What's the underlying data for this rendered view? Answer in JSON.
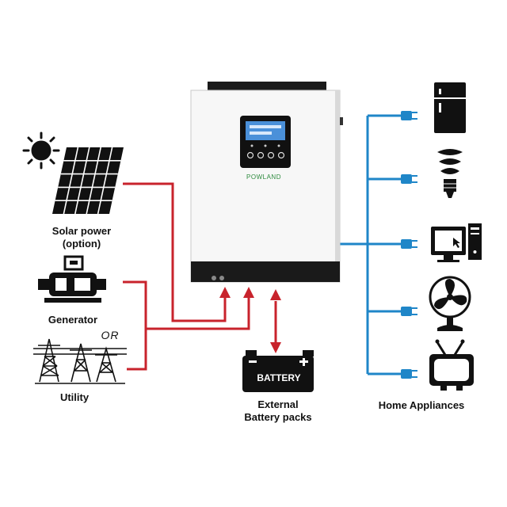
{
  "inverter": {
    "brand": "POWLAND"
  },
  "sources": {
    "solar_label_line1": "Solar power",
    "solar_label_line2": "(option)",
    "generator_label": "Generator",
    "or_label": "OR",
    "utility_label": "Utility"
  },
  "battery": {
    "panel_text": "BATTERY",
    "caption_line1": "External",
    "caption_line2": "Battery packs"
  },
  "appliances": {
    "label": "Home Appliances",
    "items": [
      {
        "icon": "refrigerator-icon"
      },
      {
        "icon": "light-bulb-icon"
      },
      {
        "icon": "computer-icon"
      },
      {
        "icon": "fan-icon"
      },
      {
        "icon": "television-icon"
      }
    ]
  },
  "colors": {
    "ac_line": "#c8232c",
    "output_line": "#1f86c8",
    "display": "#4a90d9"
  }
}
